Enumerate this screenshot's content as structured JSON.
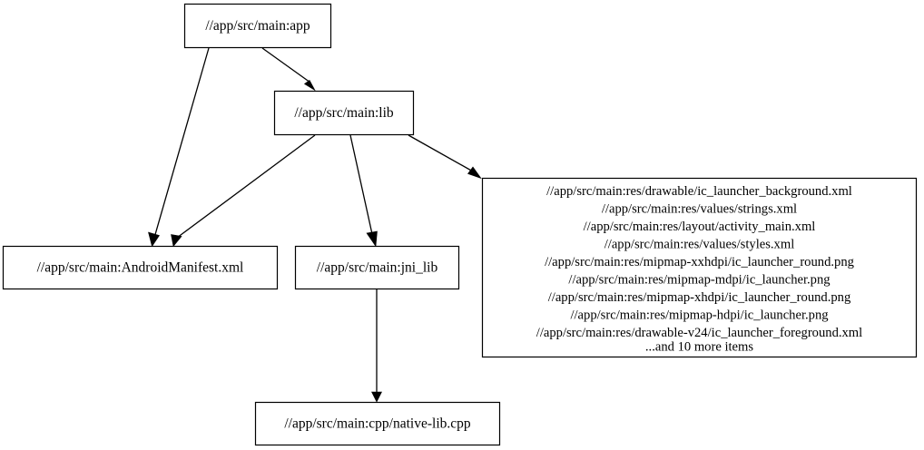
{
  "diagram": {
    "type": "dependency-graph",
    "title": "",
    "background_color": "#ffffff",
    "line_color": "#000000",
    "text_color": "#000000",
    "nodes": [
      {
        "id": "app",
        "name": "node-app",
        "label": "//app/src/main:app"
      },
      {
        "id": "lib",
        "name": "node-lib",
        "label": "//app/src/main:lib"
      },
      {
        "id": "manifest",
        "name": "node-android-manifest",
        "label": "//app/src/main:AndroidManifest.xml"
      },
      {
        "id": "jni_lib",
        "name": "node-jni-lib",
        "label": "//app/src/main:jni_lib"
      },
      {
        "id": "native_lib",
        "name": "node-native-lib-cpp",
        "label": "//app/src/main:cpp/native-lib.cpp"
      },
      {
        "id": "res_group",
        "name": "node-resources-group",
        "lines": [
          "//app/src/main:res/drawable/ic_launcher_background.xml",
          "//app/src/main:res/values/strings.xml",
          "//app/src/main:res/layout/activity_main.xml",
          "//app/src/main:res/values/styles.xml",
          "//app/src/main:res/mipmap-xxhdpi/ic_launcher_round.png",
          "//app/src/main:res/mipmap-mdpi/ic_launcher.png",
          "//app/src/main:res/mipmap-xhdpi/ic_launcher_round.png",
          "//app/src/main:res/mipmap-hdpi/ic_launcher.png",
          "//app/src/main:res/drawable-v24/ic_launcher_foreground.xml",
          "...and 10 more items"
        ]
      }
    ],
    "edges": [
      {
        "name": "edge-app-to-lib",
        "from": "app",
        "to": "lib"
      },
      {
        "name": "edge-app-to-android-manifest",
        "from": "app",
        "to": "manifest"
      },
      {
        "name": "edge-lib-to-android-manifest",
        "from": "lib",
        "to": "manifest"
      },
      {
        "name": "edge-lib-to-jni-lib",
        "from": "lib",
        "to": "jni_lib"
      },
      {
        "name": "edge-lib-to-resources-group",
        "from": "lib",
        "to": "res_group"
      },
      {
        "name": "edge-jni-lib-to-native-lib",
        "from": "jni_lib",
        "to": "native_lib"
      }
    ]
  }
}
